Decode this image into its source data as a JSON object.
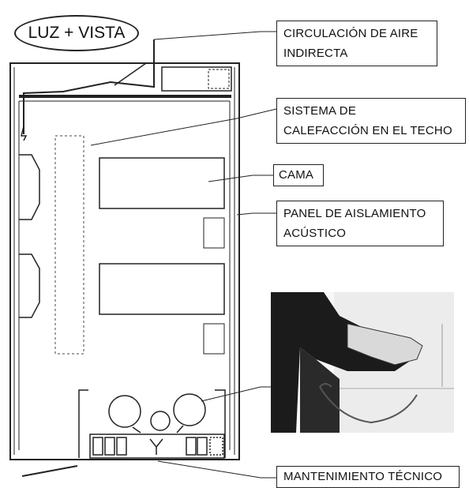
{
  "title": "LUZ + VISTA",
  "labels": {
    "circulation": [
      "CIRCULACIÓN DE AIRE",
      "INDIRECTA"
    ],
    "heating": [
      "SISTEMA DE",
      "CALEFACCIÓN EN EL TECHO"
    ],
    "bed": "CAMA",
    "panel": [
      "PANEL DE AISLAMIENTO",
      "ACÚSTICO"
    ],
    "maintenance": "MANTENIMIENTO TÉCNICO"
  },
  "photo": {
    "icon": "hands-washing-photo"
  },
  "colors": {
    "line": "#222222",
    "photo_bg": "#e9e9e9",
    "photo_dark": "#1a1a1a"
  }
}
